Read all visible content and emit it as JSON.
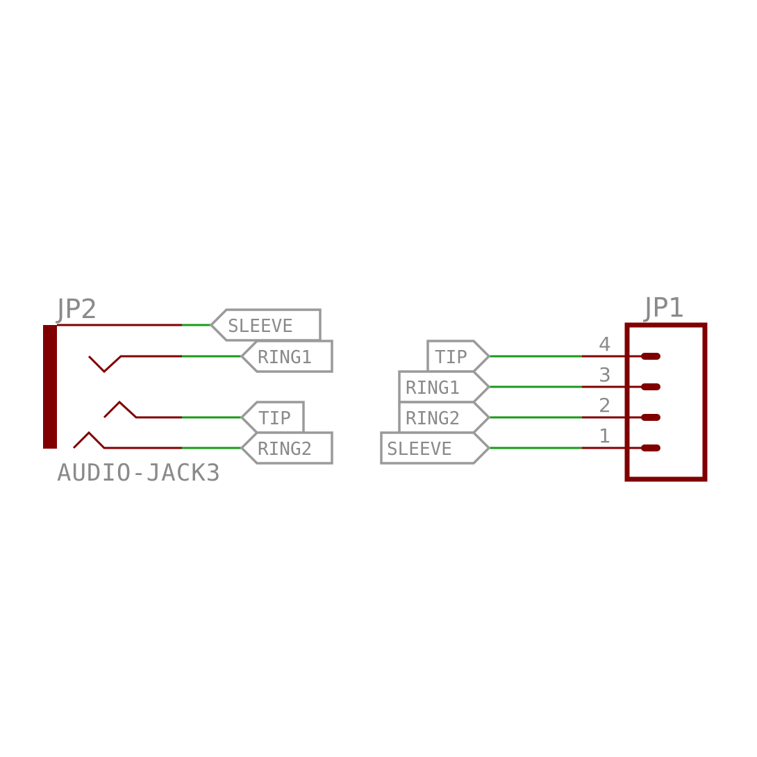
{
  "colors": {
    "symbol": "#800000",
    "net": "#1a9a1a",
    "label": "#8a8a8a",
    "background": "#ffffff"
  },
  "jp2": {
    "designator": "JP2",
    "value": "AUDIO-JACK3",
    "labels": {
      "sleeve": "SLEEVE",
      "ring1": "RING1",
      "tip": "TIP",
      "ring2": "RING2"
    }
  },
  "jp1": {
    "designator": "JP1",
    "pins": [
      {
        "number": "4",
        "net": "TIP"
      },
      {
        "number": "3",
        "net": "RING1"
      },
      {
        "number": "2",
        "net": "RING2"
      },
      {
        "number": "1",
        "net": "SLEEVE"
      }
    ]
  }
}
